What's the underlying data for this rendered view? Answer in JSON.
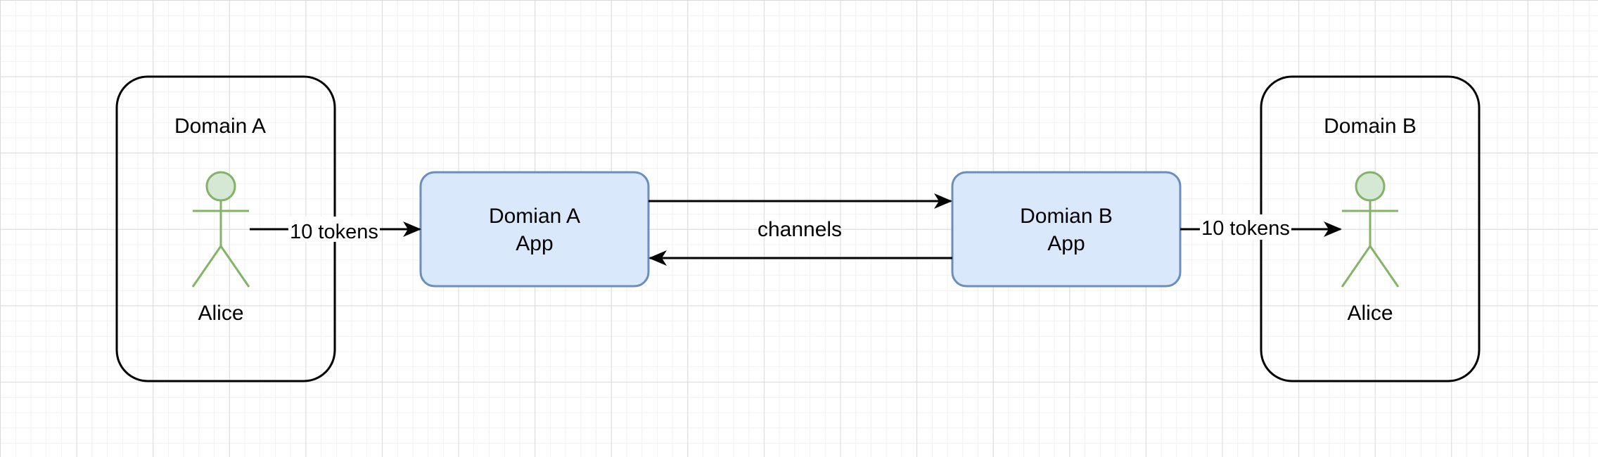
{
  "colors": {
    "domain_border": "#000000",
    "app_fill": "#dae8fc",
    "app_border": "#6c8ebf",
    "actor_fill": "#d5e8d4",
    "actor_stroke": "#82b366",
    "arrow": "#000000"
  },
  "domain_a": {
    "title": "Domain A",
    "actor": {
      "icon": "stick-figure-icon",
      "label": "Alice"
    }
  },
  "domain_b": {
    "title": "Domain B",
    "actor": {
      "icon": "stick-figure-icon",
      "label": "Alice"
    }
  },
  "app_a": {
    "line1": "Domian A",
    "line2": "App"
  },
  "app_b": {
    "line1": "Domian B",
    "line2": "App"
  },
  "edges": {
    "alice_a_to_app_a": "10 tokens",
    "channels": "channels",
    "app_b_to_alice_b": "10 tokens"
  }
}
